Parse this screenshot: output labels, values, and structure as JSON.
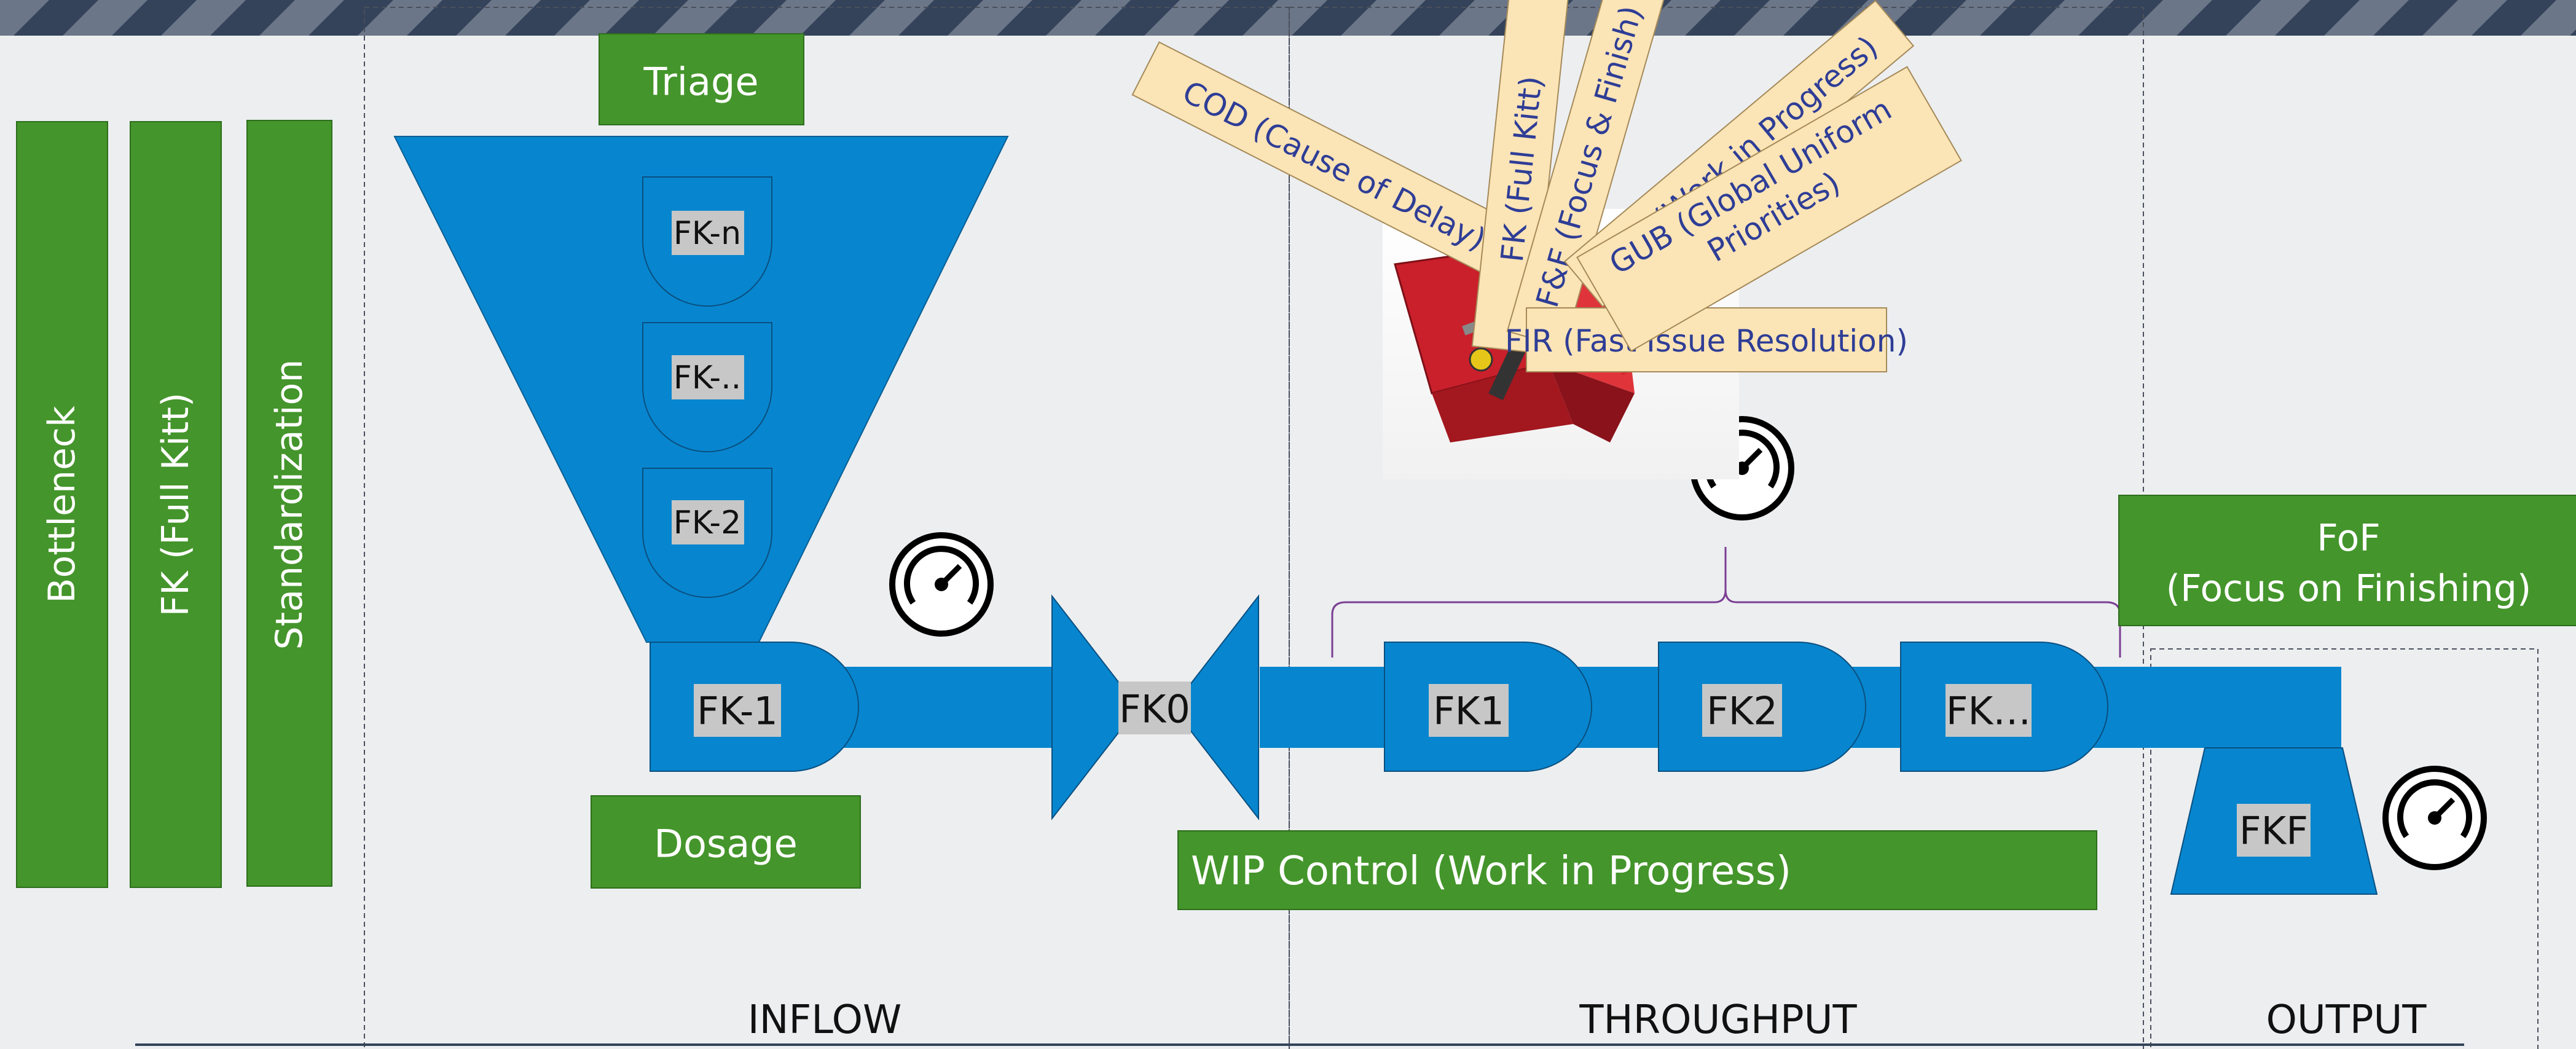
{
  "sidebar": {
    "bars": [
      {
        "label": "Bottleneck"
      },
      {
        "label": "FK (Full Kitt)"
      },
      {
        "label": "Standardization"
      }
    ]
  },
  "inflow": {
    "triage_label": "Triage",
    "queue_items": [
      "FK-n",
      "FK-..",
      "FK-2"
    ],
    "entry_label": "FK-1",
    "dosage_label": "Dosage"
  },
  "valve": {
    "label": "FK0"
  },
  "throughput": {
    "stages": [
      "FK1",
      "FK2",
      "FK…"
    ],
    "wip_label": "WIP Control (Work in Progress)"
  },
  "toolbox": {
    "notes": [
      "COD (Cause of Delay)",
      "FK (Full Kitt)",
      "F&F (Focus & Finish)",
      "WIP (Work in Progress)",
      "GUB (Global Uniform Priorities)",
      "FIR (Fast Issue Resolution)"
    ]
  },
  "output": {
    "fof_line1": "FoF",
    "fof_line2": "(Focus on Finishing)",
    "funnel_label": "FKF"
  },
  "sections": [
    "INFLOW",
    "THROUGHPUT",
    "OUTPUT"
  ],
  "colors": {
    "green": "#44952b",
    "blue": "#0786cf",
    "note": "#fbe4b6",
    "note_text": "#2e3d96",
    "label_bg": "#c7c7c7",
    "bracket": "#7b3f93",
    "top_bar": "#34435a"
  }
}
